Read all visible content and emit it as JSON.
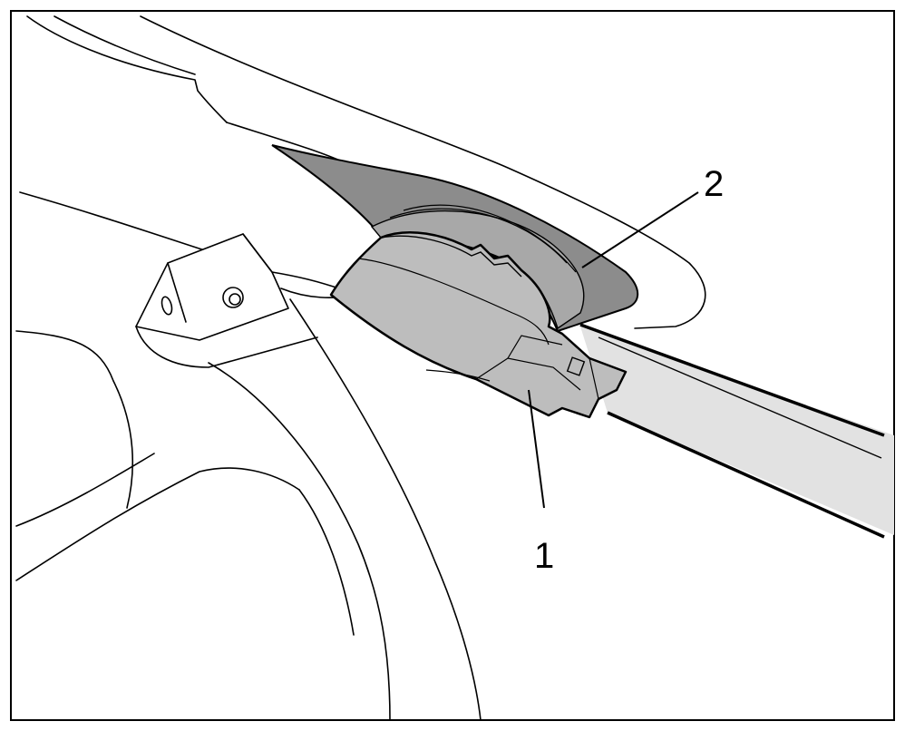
{
  "callouts": [
    {
      "label": "1",
      "part": "connector-housing"
    },
    {
      "label": "2",
      "part": "seal-grommet"
    }
  ],
  "colors": {
    "frame": "#000000",
    "connector_fill": "#bdbdbd",
    "grommet_fill": "#8c8c8c",
    "grommet_inner": "#a8a8a8",
    "channel_fill": "#e2e2e2",
    "line": "#000000",
    "background": "#ffffff"
  }
}
